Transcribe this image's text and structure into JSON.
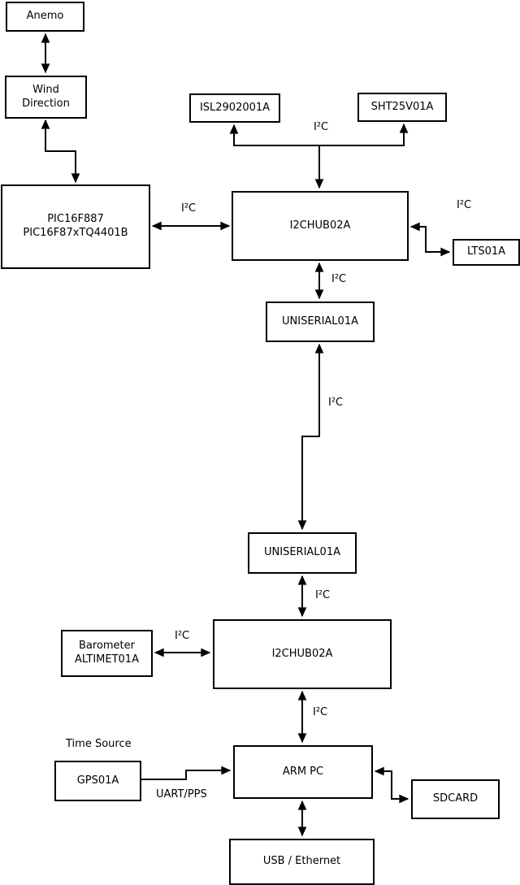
{
  "diagram": {
    "background_color": "#ffffff",
    "line_color": "#000000",
    "nodes": {
      "anemo": {
        "label": "Anemo"
      },
      "wind_direction": {
        "line1": "Wind",
        "line2": "Direction"
      },
      "pic": {
        "line1": "PIC16F887",
        "line2": "PIC16F87xTQ4401B"
      },
      "isl": {
        "label": "ISL2902001A"
      },
      "sht": {
        "label": "SHT25V01A"
      },
      "hub1": {
        "label": "I2CHUB02A"
      },
      "lts": {
        "label": "LTS01A"
      },
      "uniserial1": {
        "label": "UNISERIAL01A"
      },
      "uniserial2": {
        "label": "UNISERIAL01A"
      },
      "hub2": {
        "label": "I2CHUB02A"
      },
      "barometer": {
        "line1": "Barometer",
        "line2": "ALTIMET01A"
      },
      "gps": {
        "label": "GPS01A"
      },
      "arm_pc": {
        "label": "ARM PC"
      },
      "sdcard": {
        "label": "SDCARD"
      },
      "usb_ethernet": {
        "label": "USB / Ethernet"
      }
    },
    "labels": {
      "i2c_isl_sht": "I²C",
      "i2c_pic_hub1": "I²C",
      "i2c_lts": "I²C",
      "i2c_hub1_uniserial1": "I²C",
      "i2c_long_link": "I²C",
      "i2c_uniserial2_hub2": "I²C",
      "i2c_barometer_hub2": "I²C",
      "i2c_hub2_armpc": "I²C",
      "time_source": "Time Source",
      "uart_pps": "UART/PPS"
    }
  }
}
